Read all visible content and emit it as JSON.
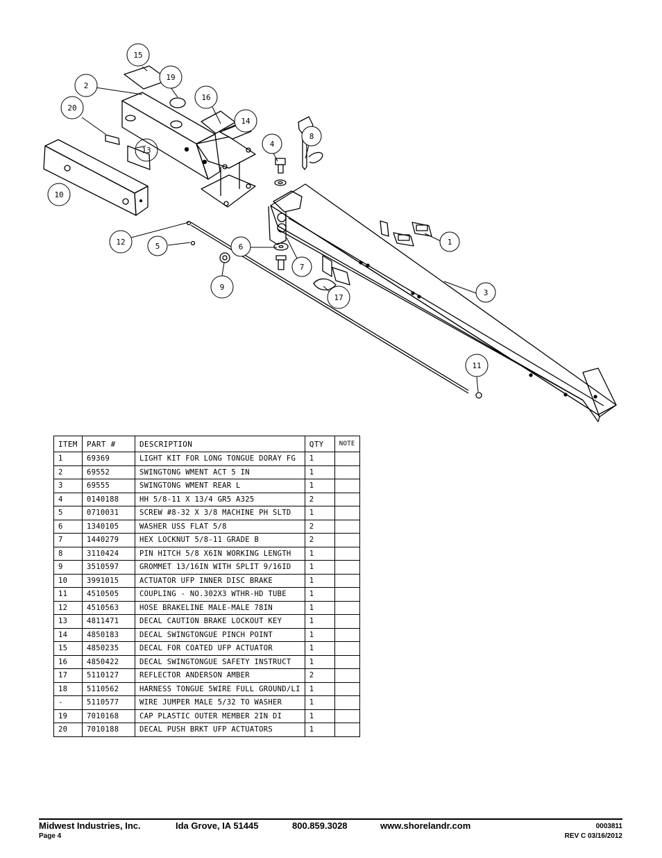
{
  "callouts": [
    "1",
    "2",
    "3",
    "4",
    "5",
    "6",
    "7",
    "8",
    "9",
    "10",
    "11",
    "12",
    "13",
    "14",
    "15",
    "16",
    "17",
    "19",
    "20"
  ],
  "table": {
    "headers": {
      "item": "ITEM",
      "part": "PART #",
      "description": "DESCRIPTION",
      "qty": "QTY",
      "note": "NOTE"
    },
    "rows": [
      {
        "item": "1",
        "part": "69369",
        "description": "LIGHT KIT FOR LONG TONGUE DORAY FG",
        "qty": "1",
        "note": ""
      },
      {
        "item": "2",
        "part": "69552",
        "description": "SWINGTONG WMENT ACT 5 IN",
        "qty": "1",
        "note": ""
      },
      {
        "item": "3",
        "part": "69555",
        "description": "SWINGTONG WMENT REAR L",
        "qty": "1",
        "note": ""
      },
      {
        "item": "4",
        "part": "0140188",
        "description": "HH 5/8-11 X 13/4  GR5 A325",
        "qty": "2",
        "note": ""
      },
      {
        "item": "5",
        "part": "0710031",
        "description": "SCREW #8-32 X 3/8 MACHINE PH SLTD",
        "qty": "1",
        "note": ""
      },
      {
        "item": "6",
        "part": "1340105",
        "description": "WASHER USS FLAT 5/8",
        "qty": "2",
        "note": ""
      },
      {
        "item": "7",
        "part": "1440279",
        "description": "HEX LOCKNUT 5/8-11 GRADE B",
        "qty": "2",
        "note": ""
      },
      {
        "item": "8",
        "part": "3110424",
        "description": "PIN HITCH 5/8 X6IN WORKING LENGTH",
        "qty": "1",
        "note": ""
      },
      {
        "item": "9",
        "part": "3510597",
        "description": "GROMMET 13/16IN  WITH SPLIT 9/16ID",
        "qty": "1",
        "note": ""
      },
      {
        "item": "10",
        "part": "3991015",
        "description": "ACTUATOR UFP INNER  DISC BRAKE",
        "qty": "1",
        "note": ""
      },
      {
        "item": "11",
        "part": "4510505",
        "description": "COUPLING - NO.302X3 WTHR-HD TUBE",
        "qty": "1",
        "note": ""
      },
      {
        "item": "12",
        "part": "4510563",
        "description": "HOSE BRAKELINE MALE-MALE 78IN",
        "qty": "1",
        "note": ""
      },
      {
        "item": "13",
        "part": "4811471",
        "description": "DECAL CAUTION BRAKE LOCKOUT KEY",
        "qty": "1",
        "note": ""
      },
      {
        "item": "14",
        "part": "4850183",
        "description": "DECAL SWINGTONGUE PINCH POINT",
        "qty": "1",
        "note": ""
      },
      {
        "item": "15",
        "part": "4850235",
        "description": "DECAL FOR COATED UFP ACTUATOR",
        "qty": "1",
        "note": ""
      },
      {
        "item": "16",
        "part": "4850422",
        "description": "DECAL SWINGTONGUE SAFETY INSTRUCT",
        "qty": "1",
        "note": ""
      },
      {
        "item": "17",
        "part": "5110127",
        "description": "REFLECTOR ANDERSON AMBER",
        "qty": "2",
        "note": ""
      },
      {
        "item": "18",
        "part": "5110562",
        "description": "HARNESS TONGUE 5WIRE FULL GROUND/LI",
        "qty": "1",
        "note": ""
      },
      {
        "item": "-",
        "part": "5110577",
        "description": "WIRE JUMPER MALE 5/32 TO WASHER",
        "qty": "1",
        "note": ""
      },
      {
        "item": "19",
        "part": "7010168",
        "description": "CAP  PLASTIC OUTER MEMBER 2IN DI",
        "qty": "1",
        "note": ""
      },
      {
        "item": "20",
        "part": "7010188",
        "description": "DECAL PUSH BRKT UFP ACTUATORS",
        "qty": "1",
        "note": ""
      }
    ]
  },
  "footer": {
    "company": "Midwest Industries, Inc.",
    "city": "Ida Grove, IA  51445",
    "phone": "800.859.3028",
    "website": "www.shorelandr.com",
    "page": "Page 4",
    "doc_number": "0003811",
    "revision": "REV C  03/16/2012"
  }
}
